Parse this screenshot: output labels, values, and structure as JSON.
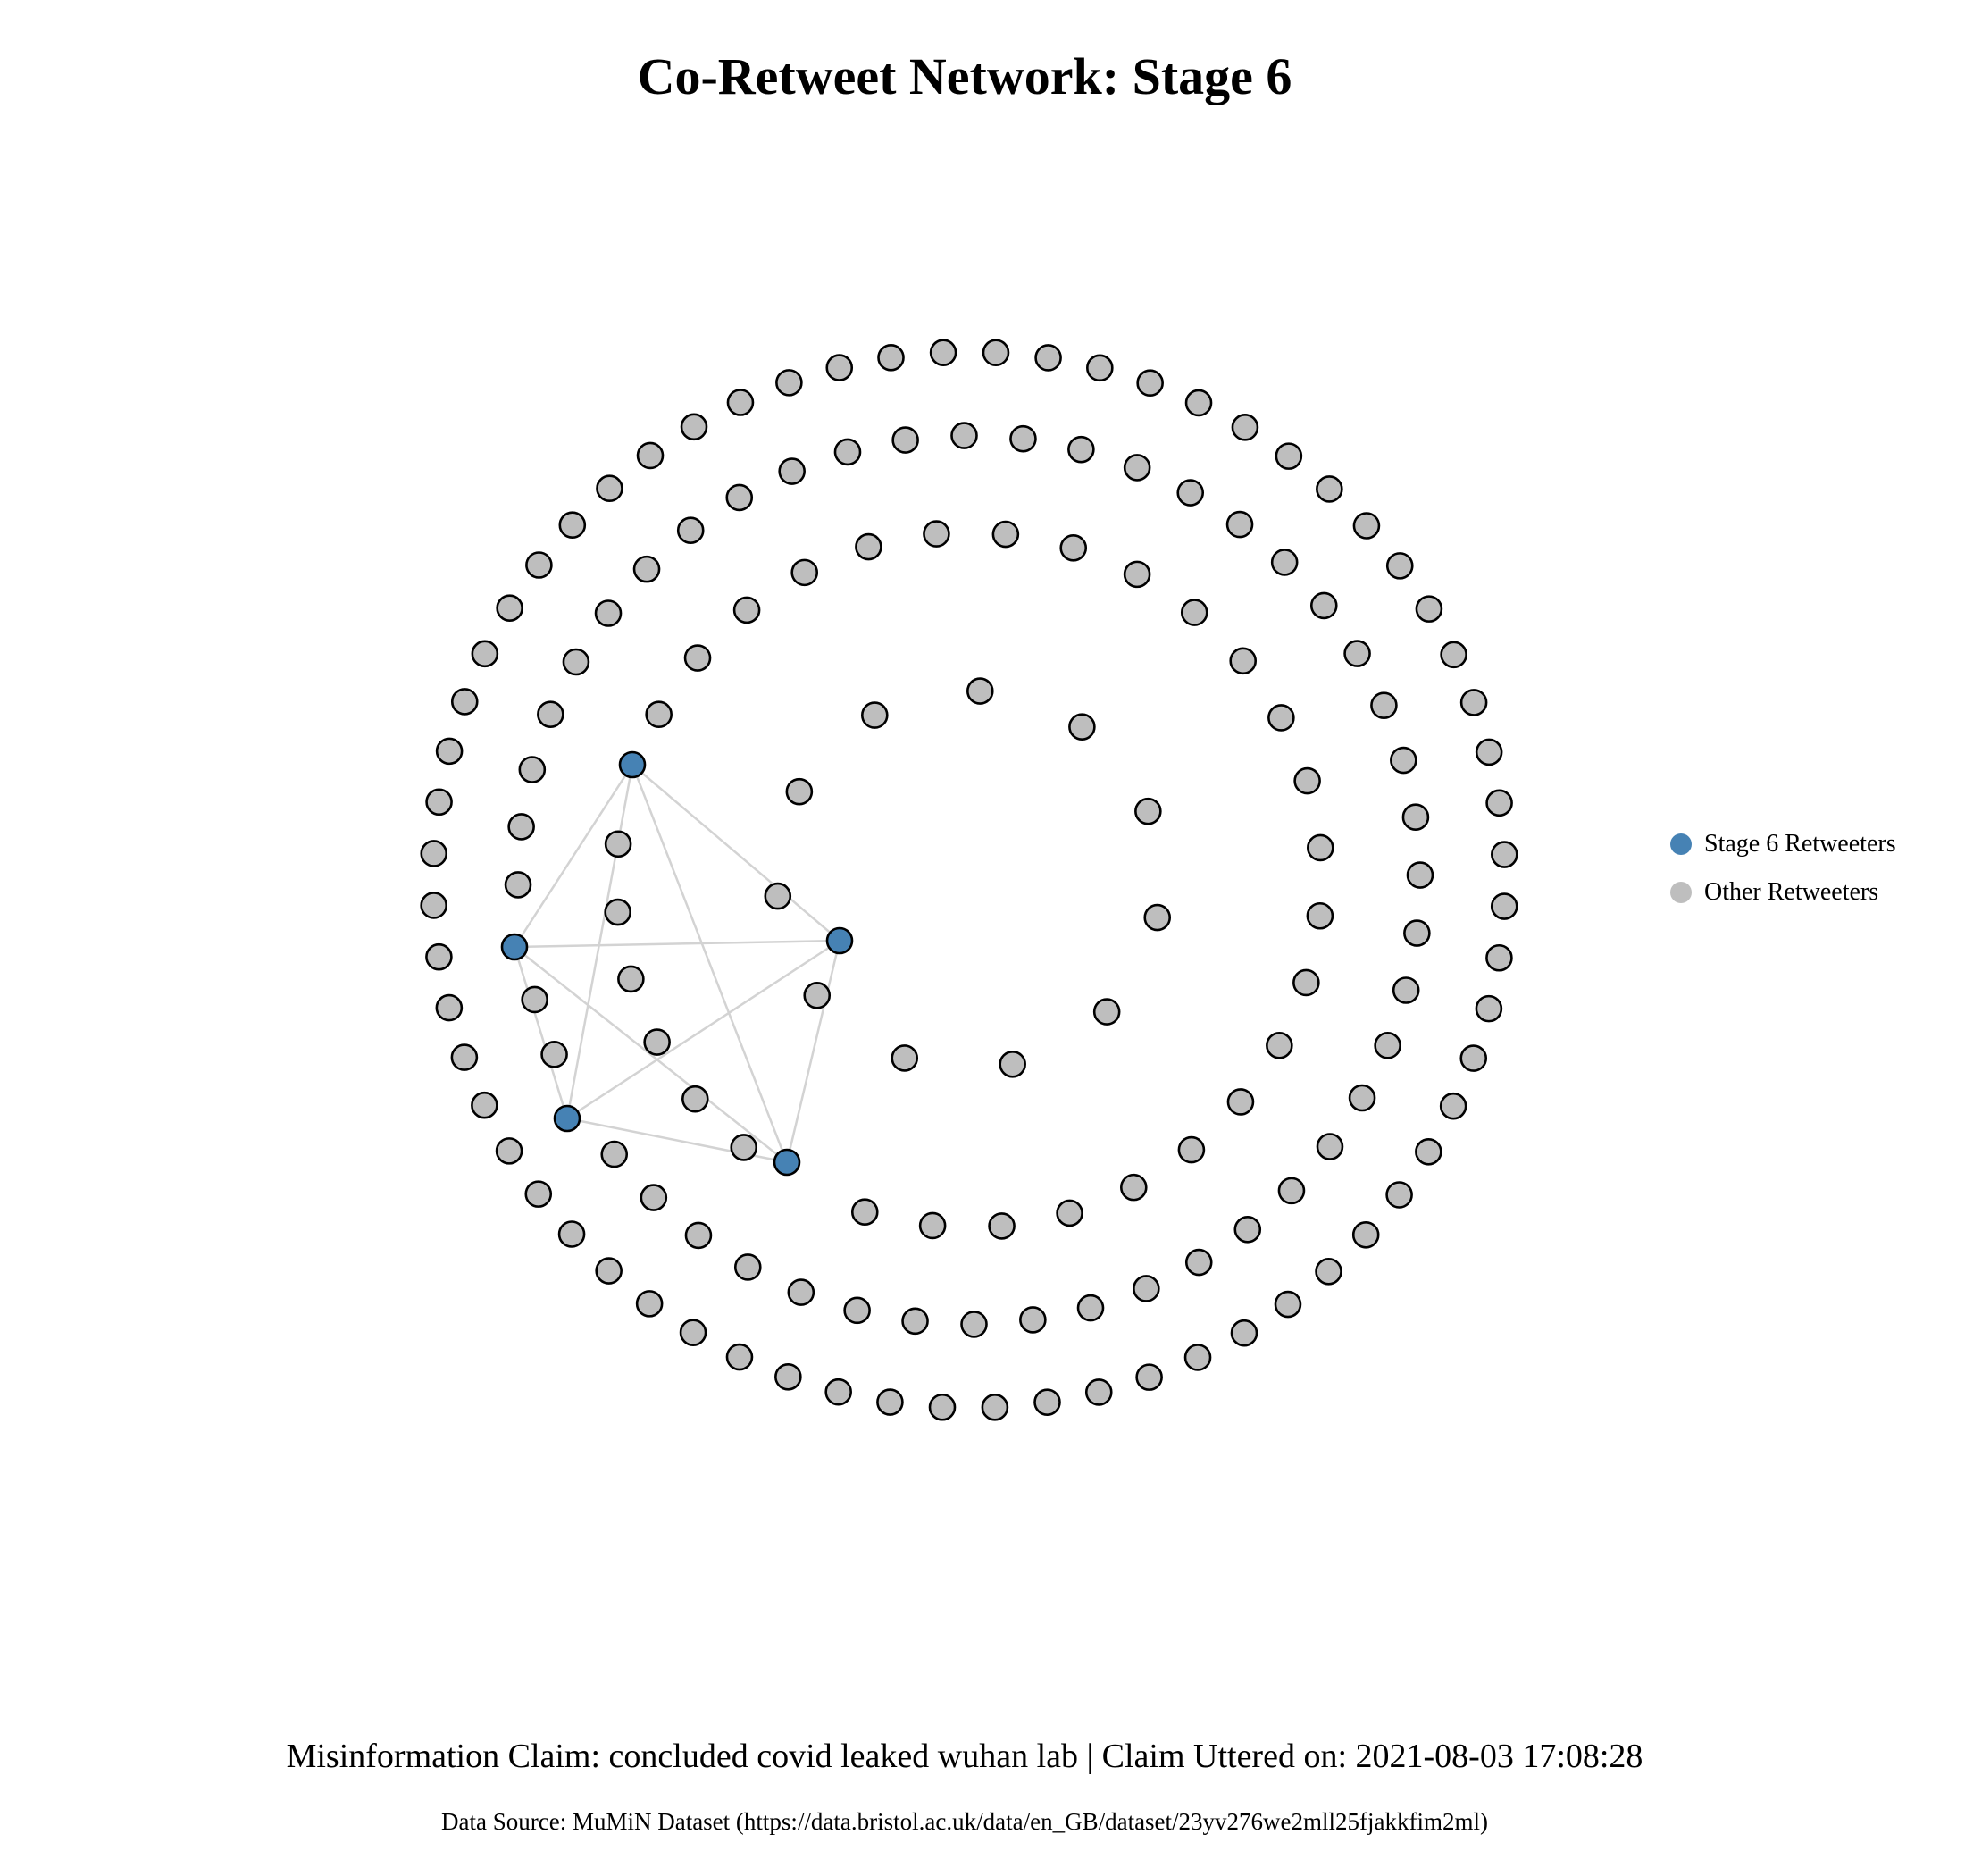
{
  "chart_data": {
    "type": "network",
    "title": "Co-Retweet Network: Stage 6",
    "layout": "circle",
    "node_count": 160,
    "highlight_nodes": [
      0,
      1,
      2,
      3,
      4
    ],
    "edges": [
      [
        0,
        1
      ],
      [
        0,
        2
      ],
      [
        0,
        3
      ],
      [
        0,
        4
      ],
      [
        1,
        2
      ],
      [
        1,
        3
      ],
      [
        1,
        4
      ],
      [
        2,
        3
      ],
      [
        2,
        4
      ],
      [
        3,
        4
      ]
    ],
    "legend": [
      {
        "label": "Stage 6 Retweeters",
        "color": "#4682b4"
      },
      {
        "label": "Other Retweeters",
        "color": "#bebebe"
      }
    ],
    "colors": {
      "highlight": "#4682b4",
      "other": "#bebebe",
      "stroke": "#000000",
      "edge": "#d3d3d3"
    }
  },
  "caption": "Misinformation Claim: concluded covid leaked wuhan lab | Claim Uttered on: 2021-08-03 17:08:28",
  "data_source": "Data Source: MuMiN Dataset (https://data.bristol.ac.uk/data/en_GB/dataset/23yv276we2mll25fjakkfim2ml)"
}
